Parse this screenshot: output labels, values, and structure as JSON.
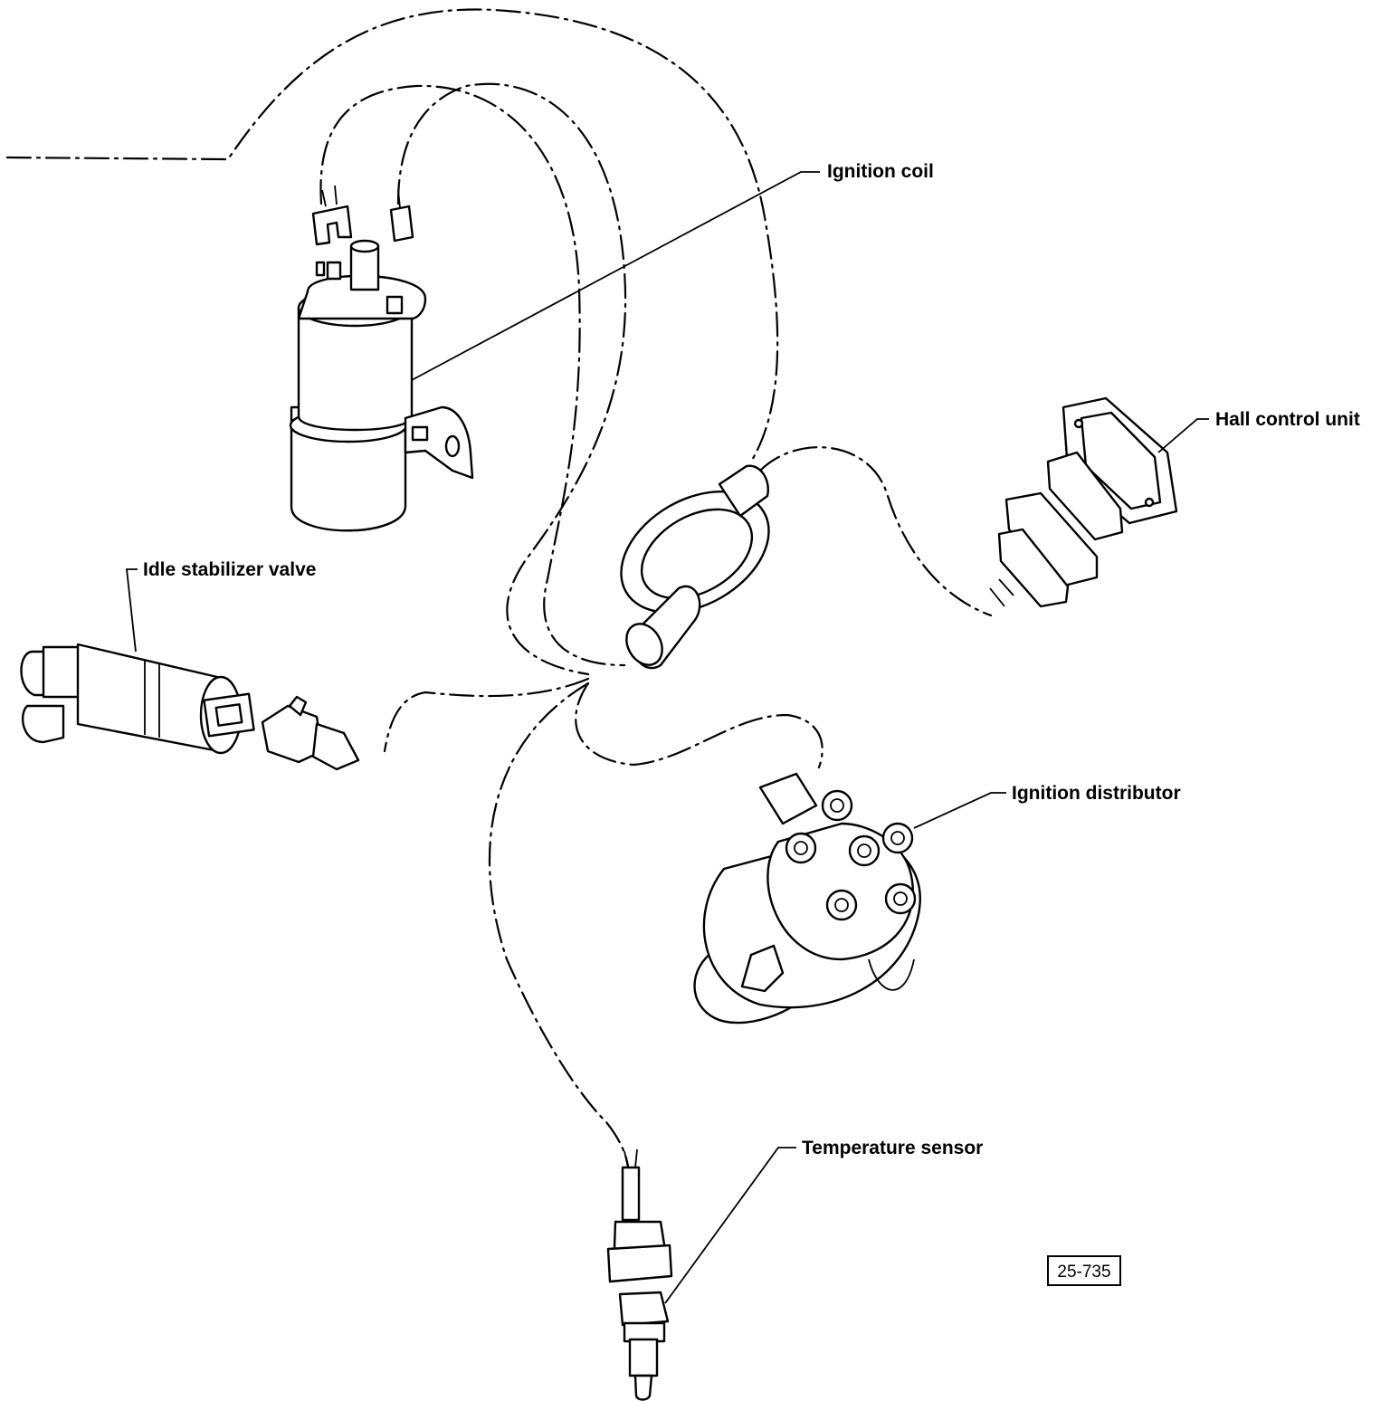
{
  "labels": {
    "ignition_coil": "Ignition coil",
    "hall_control_unit": "Hall control unit",
    "idle_stabilizer_valve": "Idle stabilizer valve",
    "ignition_distributor": "Ignition distributor",
    "temperature_sensor": "Temperature sensor"
  },
  "figure_ref": "25-735"
}
